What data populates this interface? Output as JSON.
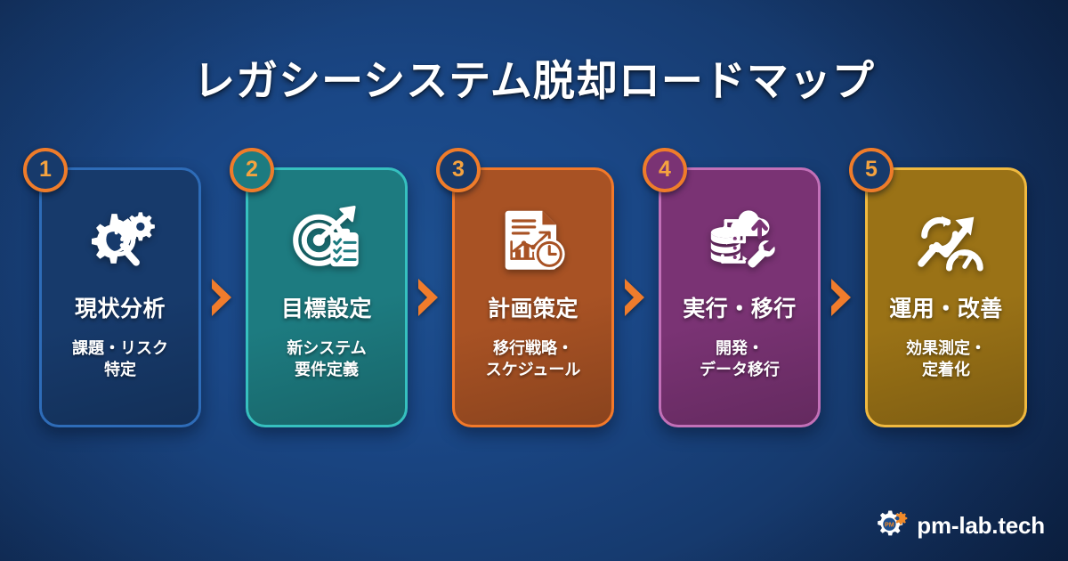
{
  "title": "レガシーシステム脱却ロードマップ",
  "theme": {
    "background_dark": "#0c2143",
    "background_mid": "#1a4786",
    "accent_orange": "#ef7c2a",
    "badge_number_color": "#f5a33f",
    "text_color": "#ffffff"
  },
  "connector": {
    "icon": "chevron-right-icon",
    "color": "#f07c2c"
  },
  "steps": [
    {
      "number": "1",
      "title": "現状分析",
      "desc": "課題・リスク\n特定",
      "icon": "gear-magnifier-question-icon",
      "fill": "#173a6b",
      "border": "#2e6cb8",
      "badge_fill": "#173a6b"
    },
    {
      "number": "2",
      "title": "目標設定",
      "desc": "新システム\n要件定義",
      "icon": "target-arrow-checklist-icon",
      "fill": "#1d7b80",
      "border": "#36c0bf",
      "badge_fill": "#1d7b80"
    },
    {
      "number": "3",
      "title": "計画策定",
      "desc": "移行戦略・\nスケジュール",
      "icon": "document-chart-clock-icon",
      "fill": "#a85224",
      "border": "#f2792a",
      "badge_fill": "#173a6b"
    },
    {
      "number": "4",
      "title": "実行・移行",
      "desc": "開発・\nデータ移行",
      "icon": "database-cloud-wrench-icon",
      "fill": "#7a3374",
      "border": "#c270b8",
      "badge_fill": "#7a3374"
    },
    {
      "number": "5",
      "title": "運用・改善",
      "desc": "効果測定・\n定着化",
      "icon": "refresh-trend-gauge-icon",
      "fill": "#9a7216",
      "border": "#f0b93f",
      "badge_fill": "#173a6b"
    }
  ],
  "footer": {
    "logo_icon": "pm-gear-logo-icon",
    "logo_text": "pm-lab.tech"
  }
}
